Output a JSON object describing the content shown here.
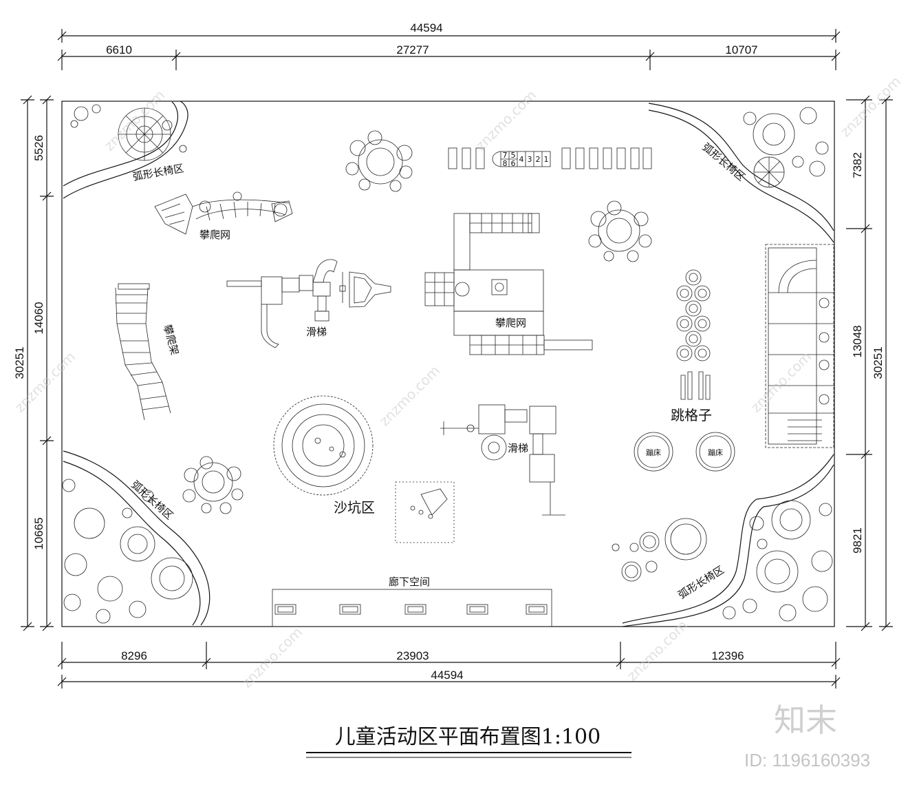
{
  "dimensions": {
    "top_total": "44594",
    "top_segments": [
      "6610",
      "27277",
      "10707"
    ],
    "bottom_total": "44594",
    "bottom_segments": [
      "8296",
      "23903",
      "12396"
    ],
    "left_total": "30251",
    "left_segments": [
      "5526",
      "14060",
      "10665"
    ],
    "right_total": "30251",
    "right_segments": [
      "7382",
      "13048",
      "9821"
    ]
  },
  "labels": {
    "bench_top_left": "弧形长椅区",
    "bench_top_right": "弧形长椅区",
    "bench_bottom_left": "弧形长椅区",
    "bench_bottom_right": "弧形长椅区",
    "climb_net_top": "攀爬网",
    "climb_net_center": "攀爬网",
    "climb_frame": "攀爬架",
    "slide_left": "滑梯",
    "slide_center": "滑梯",
    "sandpit": "沙坑区",
    "hopscotch": "跳格子",
    "trampoline_1": "蹦床",
    "trampoline_2": "蹦床",
    "corridor": "廊下空间",
    "hopscotch_numbers": [
      "1",
      "2",
      "3",
      "4",
      "5",
      "6",
      "7",
      "8"
    ]
  },
  "title": "儿童活动区平面布置图1:100",
  "watermark": {
    "site": "znzmo.com",
    "brand": "知末",
    "id": "ID: 1196160393"
  }
}
